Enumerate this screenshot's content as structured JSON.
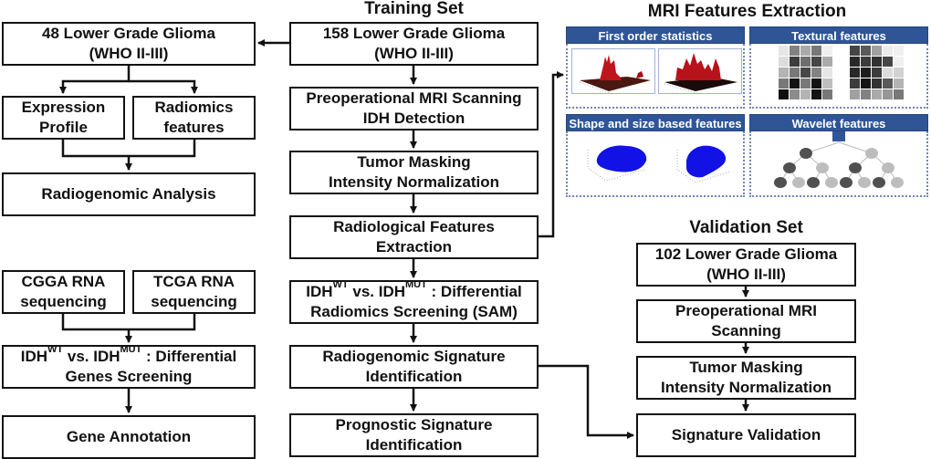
{
  "titles": {
    "training": "Training Set",
    "mri": "MRI Features Extraction",
    "validation": "Validation Set"
  },
  "left": {
    "cohort48": {
      "line1": "48 Lower Grade Glioma",
      "line2": "(WHO II-III)"
    },
    "expression": {
      "line1": "Expression",
      "line2": "Profile"
    },
    "radiomics": {
      "line1": "Radiomics",
      "line2": "features"
    },
    "radiogenomic_analysis": {
      "line1": "Radiogenomic Analysis"
    },
    "cgga": {
      "line1": "CGGA RNA",
      "line2": "sequencing"
    },
    "tcga": {
      "line1": "TCGA RNA",
      "line2": "sequencing"
    },
    "diff_genes": {
      "pre": "IDH",
      "sup1": "WT",
      "mid": " vs. IDH",
      "sup2": "MUT",
      "post": " : Differential",
      "line2": "Genes Screening"
    },
    "gene_annotation": {
      "line1": "Gene Annotation"
    }
  },
  "training": {
    "cohort158": {
      "line1": "158 Lower Grade Glioma",
      "line2": "(WHO II-III)"
    },
    "mri_scan": {
      "line1": "Preoperational MRI Scanning",
      "line2": "IDH Detection"
    },
    "masking": {
      "line1": "Tumor Masking",
      "line2": "Intensity Normalization"
    },
    "extraction": {
      "line1": "Radiological Features",
      "line2": "Extraction"
    },
    "diff_radiomics": {
      "pre": "IDH",
      "sup1": "WT",
      "mid": " vs. IDH",
      "sup2": "MUT",
      "post": " : Differential",
      "line2": "Radiomics Screening (SAM)"
    },
    "radiogenomic_signature": {
      "line1": "Radiogenomic Signature",
      "line2": "Identification"
    },
    "prognostic_signature": {
      "line1": "Prognostic Signature",
      "line2": "Identification"
    }
  },
  "mri_panels": [
    {
      "label": "First order statistics",
      "icon": "3d-histogram-plots"
    },
    {
      "label": "Textural features",
      "icon": "gray-level-matrix-grids"
    },
    {
      "label": "Shape and size based features",
      "icon": "3d-tumor-shape-plots"
    },
    {
      "label": "Wavelet features",
      "icon": "wavelet-decomposition-tree"
    }
  ],
  "validation": {
    "cohort102": {
      "line1": "102 Lower Grade Glioma",
      "line2": "(WHO II-III)"
    },
    "mri_scan": {
      "line1": "Preoperational MRI",
      "line2": "Scanning"
    },
    "masking": {
      "line1": "Tumor Masking",
      "line2": "Intensity Normalization"
    },
    "signature_validation": {
      "line1": "Signature Validation"
    }
  },
  "colors": {
    "panel_header": "#2f5597",
    "histogram_red": "#c0141c",
    "shape_blue": "#1010e0",
    "line": "#111111"
  }
}
